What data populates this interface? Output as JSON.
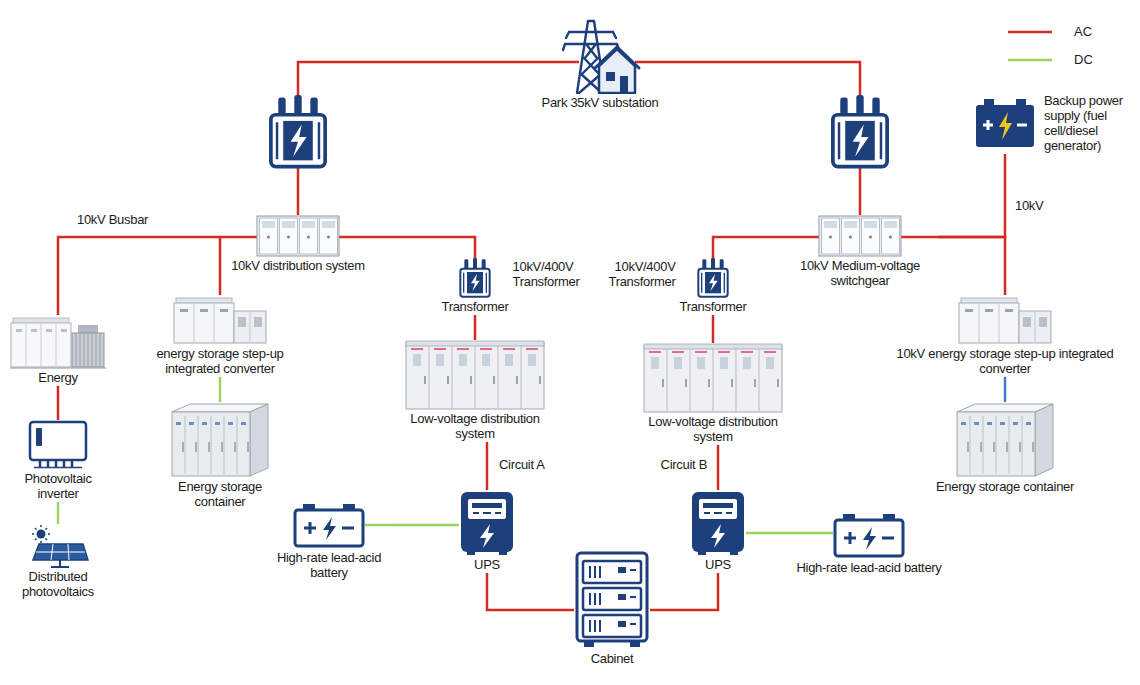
{
  "diagram": {
    "nodes": [
      {
        "text": [
          "Park 35kV substation"
        ]
      },
      {
        "text": [
          "Backup power supply (fuel cell/diesel generator)"
        ]
      },
      {
        "text": [
          "10kV distribution system"
        ]
      },
      {
        "text": [
          "10kV Medium-voltage switchgear"
        ]
      },
      {
        "text": [
          "10kV/400V Transformer",
          "Transformer"
        ]
      },
      {
        "text": [
          "10kV/400V Transformer",
          "Transformer"
        ]
      },
      {
        "text": [
          "Energy"
        ]
      },
      {
        "text": [
          "energy storage step-up integrated converter"
        ]
      },
      {
        "text": [
          "10kV energy storage step-up integrated converter"
        ]
      },
      {
        "text": [
          "Low-voltage distribution system"
        ]
      },
      {
        "text": [
          "Low-voltage distribution system"
        ]
      },
      {
        "text": [
          "Energy storage container"
        ]
      },
      {
        "text": [
          "Energy storage container"
        ]
      },
      {
        "text": [
          "Photovoltaic inverter"
        ]
      },
      {
        "text": [
          "UPS"
        ]
      },
      {
        "text": [
          "UPS"
        ]
      },
      {
        "text": [
          "High-rate lead-acid battery"
        ]
      },
      {
        "text": [
          "High-rate lead-acid battery"
        ]
      },
      {
        "text": [
          "Distributed photovoltaics"
        ]
      },
      {
        "text": [
          "Cabinet"
        ]
      }
    ],
    "edges": [
      {
        "from": 0,
        "to": 2,
        "arrow": "none"
      },
      {
        "from": 0,
        "to": 3,
        "arrow": "none"
      },
      {
        "from": 2,
        "to": 6,
        "arrow": "none"
      },
      {
        "from": 2,
        "to": 7,
        "arrow": "none"
      },
      {
        "from": 2,
        "to": 4,
        "arrow": "none"
      },
      {
        "from": 3,
        "to": 5,
        "arrow": "none"
      },
      {
        "from": 1,
        "to": 3,
        "label": "10kV",
        "arrow": "none"
      },
      {
        "from": 3,
        "to": 8,
        "arrow": "none"
      },
      {
        "from": 6,
        "to": 13,
        "arrow": "none"
      },
      {
        "from": 13,
        "to": 18,
        "arrow": "none"
      },
      {
        "from": 7,
        "to": 11,
        "arrow": "none"
      },
      {
        "from": 8,
        "to": 12,
        "arrow": "none"
      },
      {
        "from": 4,
        "to": 9,
        "arrow": "none"
      },
      {
        "from": 5,
        "to": 10,
        "arrow": "none"
      },
      {
        "from": 9,
        "to": 14,
        "label": "Circuit A",
        "arrow": "none"
      },
      {
        "from": 10,
        "to": 15,
        "label": "Circuit B",
        "arrow": "none"
      },
      {
        "from": 16,
        "to": 14,
        "arrow": "none"
      },
      {
        "from": 15,
        "to": 17,
        "arrow": "none"
      },
      {
        "from": 14,
        "to": 19,
        "arrow": "none"
      },
      {
        "from": 15,
        "to": 19,
        "arrow": "none"
      }
    ],
    "labels": [
      "10kV Busbar"
    ],
    "legend": [
      {
        "text": "AC"
      },
      {
        "text": "DC"
      }
    ]
  }
}
